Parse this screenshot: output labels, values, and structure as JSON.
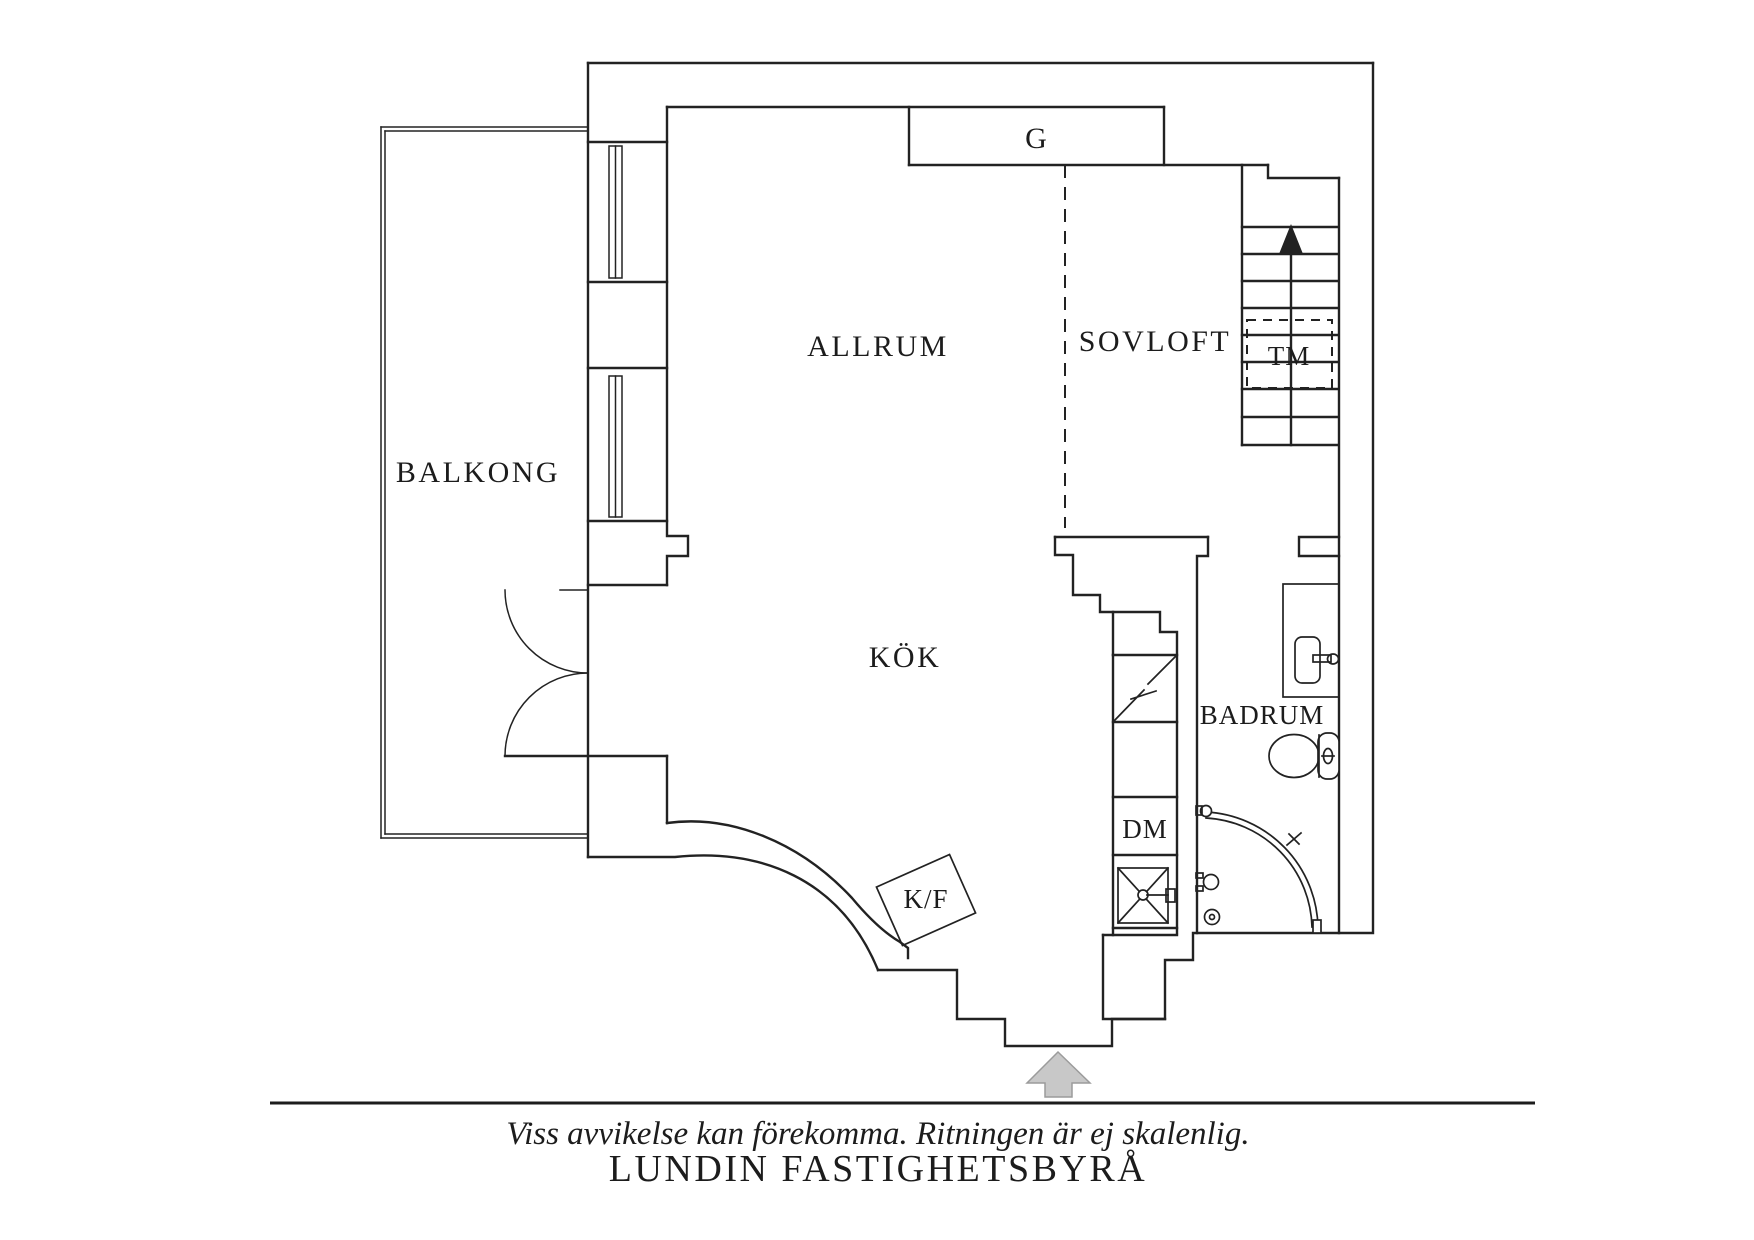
{
  "rooms": {
    "balkong": "BALKONG",
    "allrum": "ALLRUM",
    "sovloft": "SOVLOFT",
    "kok": "KÖK",
    "badrum": "BADRUM"
  },
  "fixtures": {
    "garderob": "G",
    "tvattmaskin": "TM",
    "diskmaskin": "DM",
    "kyl_frys": "K/F"
  },
  "footer": {
    "disclaimer": "Viss avvikelse kan förekomma. Ritningen är ej skalenlig.",
    "brand": "LUNDIN FASTIGHETSBYRÅ"
  },
  "icons": {
    "stair_direction_arrow": "black up triangle with stem",
    "entrance_arrow": "gray up arrow at entry door"
  },
  "colors": {
    "line": "#222222",
    "text": "#1c1c1c",
    "arrow_fill": "#c8c8c8",
    "arrow_stroke": "#9b9b9b",
    "background": "#ffffff"
  }
}
